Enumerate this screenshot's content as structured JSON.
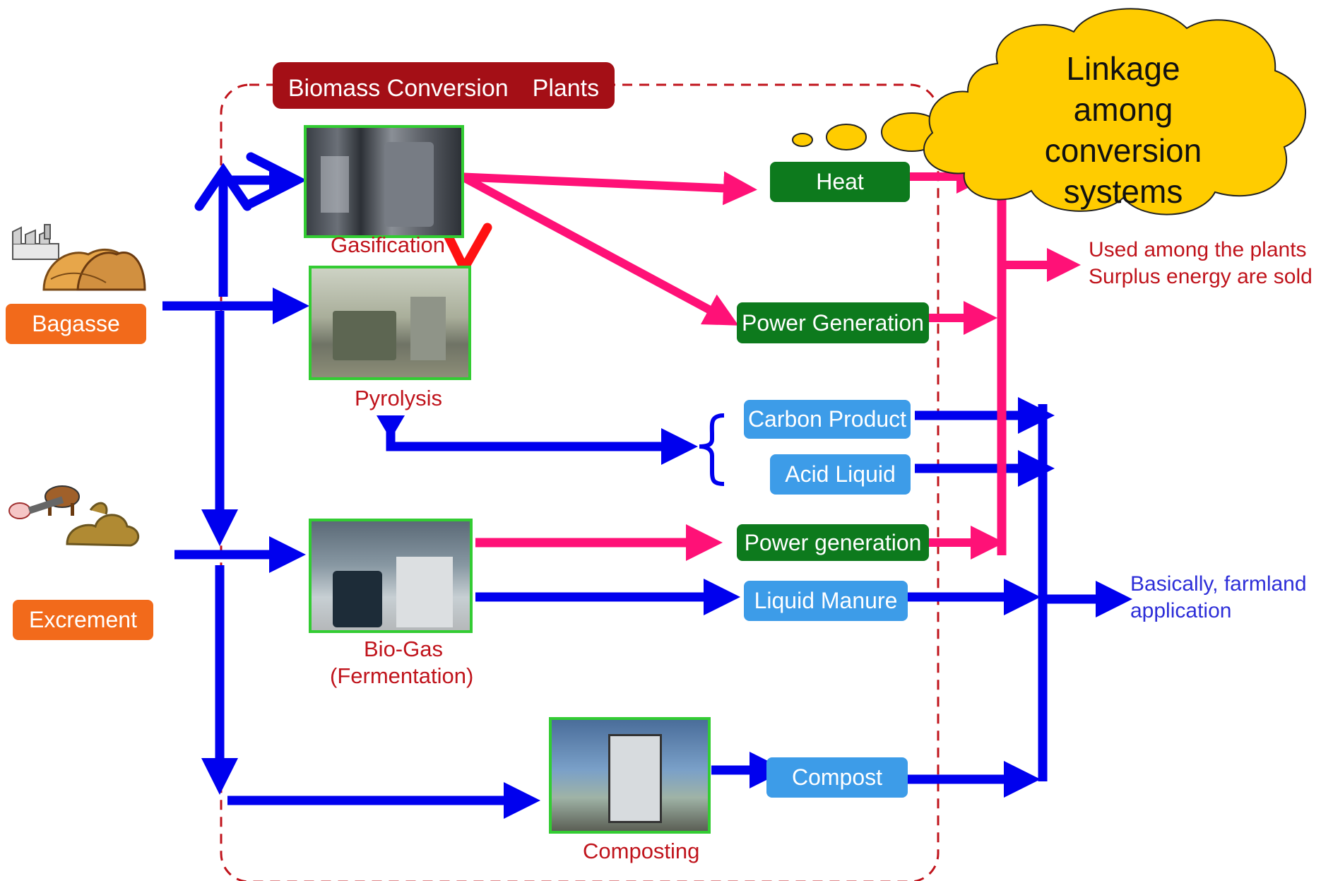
{
  "diagram": {
    "section_title": "Biomass Conversion　Plants",
    "inputs": {
      "bagasse": "Bagasse",
      "excrement": "Excrement"
    },
    "processes": {
      "gasification": "Gasification",
      "pyrolysis": "Pyrolysis",
      "biogas_line1": "Bio-Gas",
      "biogas_line2": "(Fermentation)",
      "composting": "Composting"
    },
    "outputs": {
      "heat": "Heat",
      "power_generation": "Power Generation",
      "carbon_product": "Carbon Product",
      "acid_liquid": "Acid Liquid",
      "power_generation_biogas": "Power generation",
      "liquid_manure": "Liquid Manure",
      "compost": "Compost"
    },
    "cloud": {
      "line1": "Linkage",
      "line2": "among",
      "line3": "conversion",
      "line4": "systems"
    },
    "notes": {
      "energy_line1": "Used among the plants",
      "energy_line2": "Surplus energy are sold",
      "farmland_line1": "Basically, farmland",
      "farmland_line2": "application"
    },
    "colors": {
      "material_flow": "#0000ee",
      "energy_flow": "#ff1177",
      "input_box": "#f26a1b",
      "energy_box": "#0d7a1d",
      "product_box": "#3d9ce8",
      "title_box": "#a40f16",
      "cloud": "#ffcc00",
      "photo_border": "#33cc33",
      "boundary": "#c0141c"
    }
  }
}
